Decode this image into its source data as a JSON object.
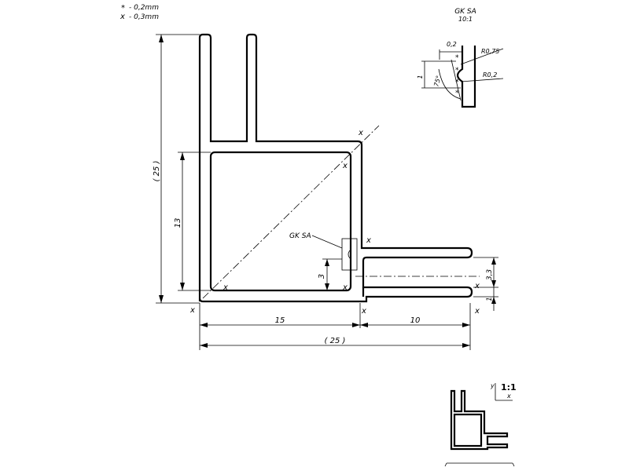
{
  "legend": {
    "star_symbol": "*",
    "star_text": "- 0,2mm",
    "x_symbol": "x",
    "x_text": "- 0,3mm"
  },
  "detail": {
    "title": "GK SA",
    "scale": "10:1",
    "dim_top": "0,2",
    "dim_side": "1",
    "angle": "75°",
    "radius_1": "R0,75",
    "radius_2": "R0,2",
    "star_marker": "*"
  },
  "main": {
    "dim_overall_height": "( 25 )",
    "dim_inner_height": "13",
    "dim_small_height": "3",
    "dim_width_left": "15",
    "dim_width_right": "10",
    "dim_overall_width": "( 25 )",
    "dim_right_3_3": "3,3",
    "dim_right_1": "1",
    "section_label": "GK SA",
    "x_marker": "x"
  },
  "thumbnail": {
    "scale": "1:1",
    "axis_y": "y",
    "axis_x": "x"
  }
}
